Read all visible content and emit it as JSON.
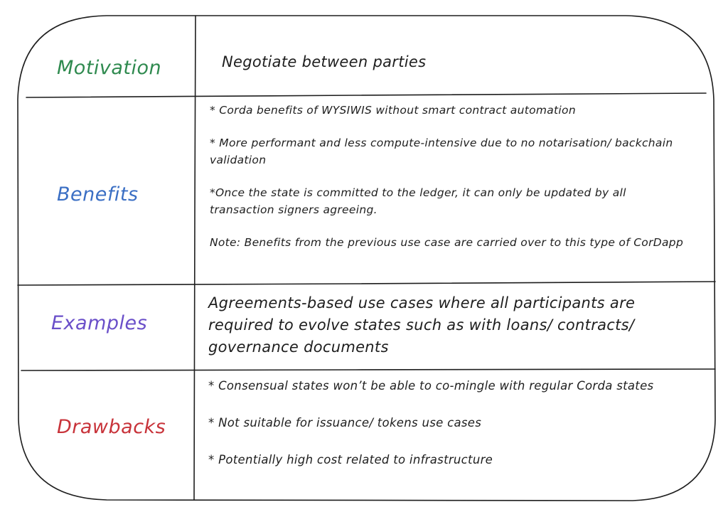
{
  "rows": {
    "motivation": {
      "label": "Motivation",
      "label_color": "#2f8a4f",
      "text": "Negotiate between parties"
    },
    "benefits": {
      "label": "Benefits",
      "label_color": "#3b6fc4",
      "items": [
        "* Corda benefits of WYSIWIS without smart contract automation",
        "* More performant and less compute-intensive due to no notarisation/ backchain validation",
        "*Once the state is committed to the ledger, it can only be updated by all transaction signers agreeing.",
        "Note: Benefits from the previous use case are carried over to this type of CorDapp"
      ]
    },
    "examples": {
      "label": "Examples",
      "label_color": "#6a4fc9",
      "text": "Agreements-based use cases where all participants are required to evolve states such as with loans/ contracts/ governance documents"
    },
    "drawbacks": {
      "label": "Drawbacks",
      "label_color": "#c8333a",
      "items": [
        "* Consensual states won’t be able to co-mingle with regular Corda states",
        "* Not suitable for issuance/ tokens use cases",
        "* Potentially high cost related to infrastructure"
      ]
    }
  }
}
